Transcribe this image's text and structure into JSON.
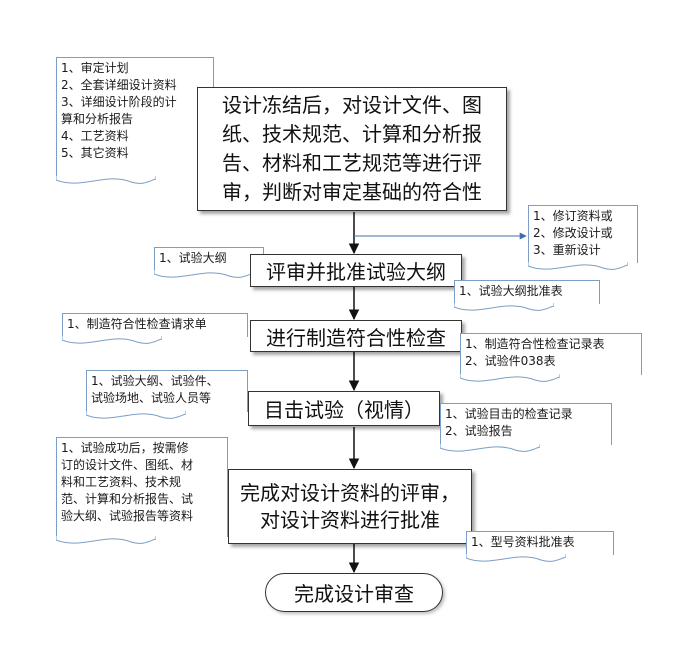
{
  "colors": {
    "doc_border": "#7a9fc6",
    "box_border": "#333333",
    "arrow": "#111111",
    "side_arrow": "#3f6fa8"
  },
  "left_docs": {
    "review_inputs": [
      "1、审定计划",
      "2、全套详细设计资料",
      "3、详细设计阶段的计",
      "算和分析报告",
      "4、工艺资料",
      "5、其它资料"
    ],
    "test_outline": [
      "1、试验大纲"
    ],
    "conformity_request": [
      "1、制造符合性检查请求单"
    ],
    "test_items": [
      "1、试验大纲、试验件、",
      "试验场地、试验人员等"
    ],
    "final_inputs": [
      "1、试验成功后，按需修",
      "订的设计文件、图纸、材",
      "料和工艺资料、技术规",
      "范、计算和分析报告、试",
      "验大纲、试验报告等资料"
    ]
  },
  "steps": {
    "step1": [
      "设计冻结后，对设计文件、图",
      "纸、技术规范、计算和分析报",
      "告、材料和工艺规范等进行评",
      "审，判断对审定基础的符合性"
    ],
    "step2": [
      "评审并批准试验大纲"
    ],
    "step3": [
      "进行制造符合性检查"
    ],
    "step4": [
      "目击试验（视情）"
    ],
    "step5": [
      "完成对设计资料的评审，",
      "对设计资料进行批准"
    ],
    "end": "完成设计审查"
  },
  "right_docs": {
    "revision_options": [
      "1、修订资料或",
      "2、修改设计或",
      "3、重新设计"
    ],
    "outline_approval": [
      "1、试验大纲批准表"
    ],
    "conformity_records": [
      "1、制造符合性检查记录表",
      "2、试验件038表"
    ],
    "witness_records": [
      "1、试验目击的检查记录",
      "2、试验报告"
    ],
    "type_approval": [
      "1、型号资料批准表"
    ]
  }
}
